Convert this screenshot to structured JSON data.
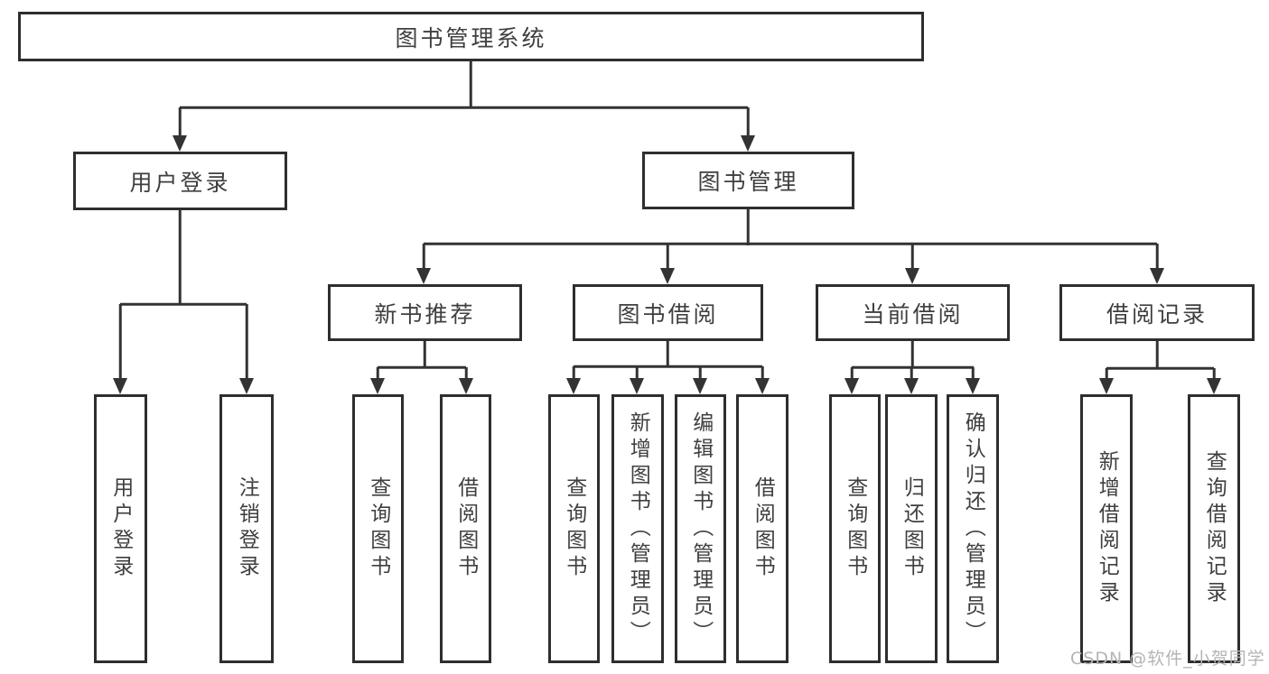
{
  "diagram": {
    "root": {
      "label": "图书管理系统"
    },
    "level2": [
      {
        "label": "用户登录"
      },
      {
        "label": "图书管理"
      }
    ],
    "level3": [
      {
        "label": "新书推荐"
      },
      {
        "label": "图书借阅"
      },
      {
        "label": "当前借阅"
      },
      {
        "label": "借阅记录"
      }
    ],
    "leaves": {
      "user_login": [
        {
          "label": "用户登录"
        },
        {
          "label": "注销登录"
        }
      ],
      "new_book_recommend": [
        {
          "label": "查询图书"
        },
        {
          "label": "借阅图书"
        }
      ],
      "book_borrow": [
        {
          "label": "查询图书"
        },
        {
          "label": "新增图书（管理员）"
        },
        {
          "label": "编辑图书（管理员）"
        },
        {
          "label": "借阅图书"
        }
      ],
      "current_borrow": [
        {
          "label": "查询图书"
        },
        {
          "label": "归还图书"
        },
        {
          "label": "确认归还（管理员）"
        }
      ],
      "borrow_record": [
        {
          "label": "新增借阅记录"
        },
        {
          "label": "查询借阅记录"
        }
      ]
    },
    "watermark": "CSDN @软件_小贺同学",
    "colors": {
      "line": "#333333",
      "box_border": "#2e2e2e",
      "text": "#3f3f3f",
      "watermark": "#b5b5b5",
      "background": "#ffffff"
    }
  }
}
